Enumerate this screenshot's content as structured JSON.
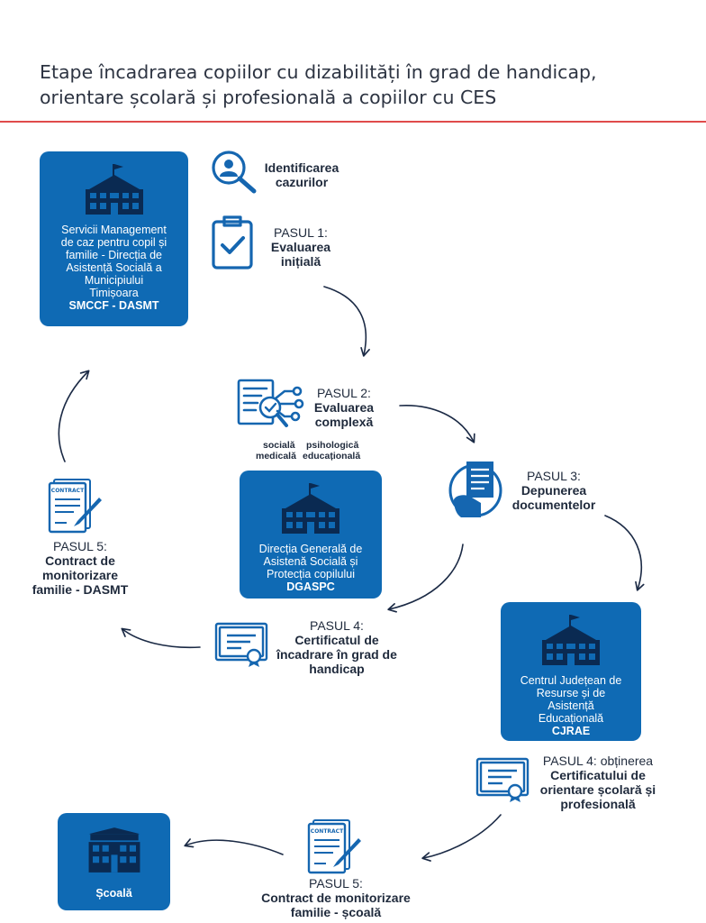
{
  "title": {
    "line1": "Etape încadrarea copiilor cu dizabilități în grad de handicap,",
    "line2": "orientare școlară și profesională a copiilor cu CES"
  },
  "colors": {
    "box": "#0f6ab4",
    "icon": "#1566b0",
    "rule": "#e04b4b",
    "arrow": "#1b2a45"
  },
  "boxes": {
    "smccf": {
      "name": "Servicii Management\nde caz pentru copil și\nfamilie - Direcția de\nAsistență Socială a\nMunicipiului\nTimișoara",
      "abbr": "SMCCF - DASMT",
      "icon": "school-building-icon"
    },
    "dgaspc": {
      "name": "Direcția Generală de\nAsistenă Socială și\nProtecția copilului",
      "abbr": "DGASPC",
      "icon": "school-building-icon"
    },
    "cjrae": {
      "name": "Centrul Județean de\nResurse și de\nAsistență\nEducațională",
      "abbr": "CJRAE",
      "icon": "school-building-icon"
    },
    "scoala": {
      "abbr": "Școală",
      "icon": "school-building-icon"
    }
  },
  "steps": {
    "identify": {
      "title": "Identificarea\ncazurilor",
      "icon": "search-person-icon"
    },
    "step1": {
      "label": "PASUL 1:",
      "title": "Evaluarea\ninițială",
      "icon": "clipboard-check-icon"
    },
    "step2": {
      "label": "PASUL 2:",
      "title": "Evaluarea\ncomplexă",
      "icon": "document-analysis-icon",
      "categories": {
        "social": "socială",
        "psych": "psihologică",
        "medical": "medicală",
        "edu": "educațională"
      }
    },
    "step3": {
      "label": "PASUL 3:",
      "title": "Depunerea\ndocumentelor",
      "icon": "hand-document-icon"
    },
    "step4a": {
      "label": "PASUL 4:",
      "title": "Certificatul de\nîncadrare în grad de\nhandicap",
      "icon": "certificate-icon"
    },
    "step4b": {
      "label": "PASUL 4: obținerea",
      "title": "Certificatului de\norientare școlară și\nprofesională",
      "icon": "certificate-icon"
    },
    "step5a": {
      "label": "PASUL 5:",
      "title": "Contract de\nmonitorizare\nfamilie - DASMT",
      "icon": "contract-icon",
      "contract_word": "CONTRACT"
    },
    "step5b": {
      "label": "PASUL 5:",
      "title": "Contract de monitorizare\nfamilie - școală",
      "icon": "contract-icon",
      "contract_word": "CONTRACT"
    }
  }
}
